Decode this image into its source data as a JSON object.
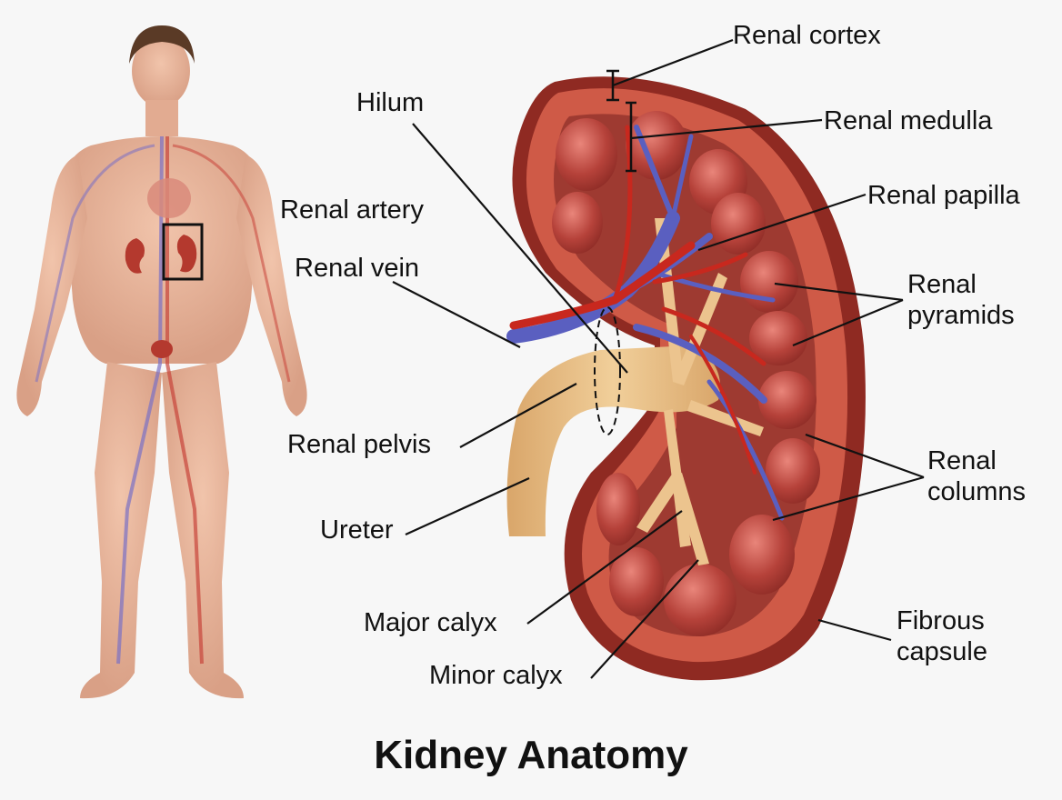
{
  "title": "Kidney Anatomy",
  "colors": {
    "background": "#f7f7f7",
    "skin": "#e8b49a",
    "cortex": "#c8503f",
    "capsule": "#8f2a22",
    "pyramid": "#b8443c",
    "pelvis_ureter": "#ecc48e",
    "vein": "#5a5fc0",
    "artery": "#c8281e",
    "leader_line": "#111111"
  },
  "body_figure": {
    "description": "Full-body male figure showing circulatory system, heart, kidneys and bladder",
    "highlight_box": "Rectangle around left kidney indicating zoomed region"
  },
  "labels": {
    "hilum": "Hilum",
    "renal_artery": "Renal artery",
    "renal_vein": "Renal vein",
    "renal_pelvis": "Renal pelvis",
    "ureter": "Ureter",
    "major_calyx": "Major calyx",
    "minor_calyx": "Minor calyx",
    "renal_cortex": "Renal cortex",
    "renal_medulla": "Renal medulla",
    "renal_papilla": "Renal papilla",
    "renal_pyramids_line1": "Renal",
    "renal_pyramids_line2": "pyramids",
    "renal_columns_line1": "Renal",
    "renal_columns_line2": "columns",
    "fibrous_capsule_line1": "Fibrous",
    "fibrous_capsule_line2": "capsule"
  }
}
